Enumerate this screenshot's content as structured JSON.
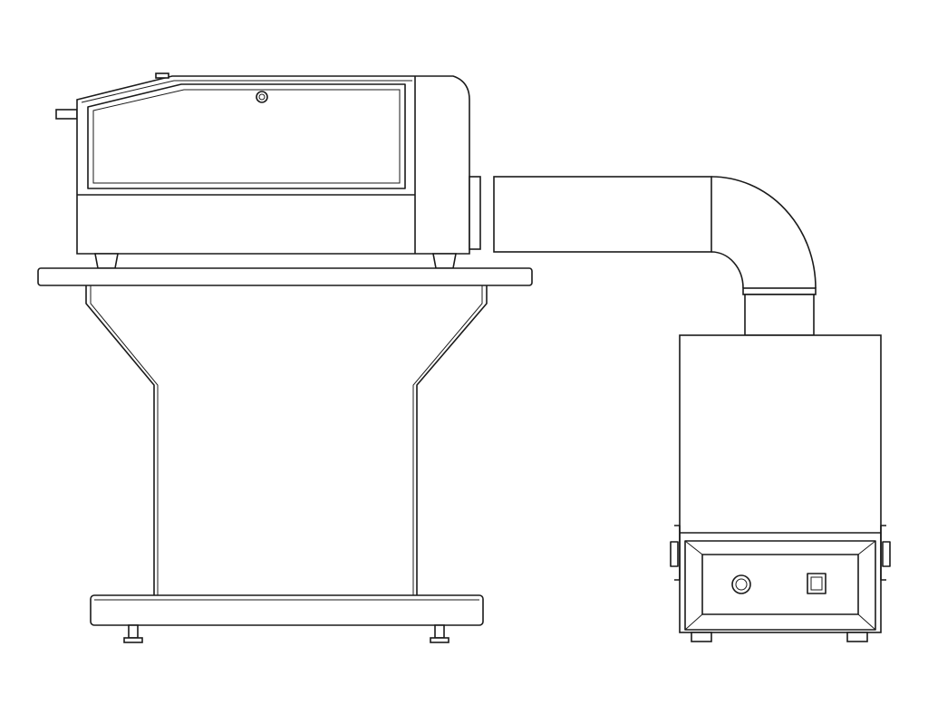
{
  "drawing": {
    "components": [
      "blast-cabinet",
      "cabinet-stand",
      "dust-duct",
      "dust-collector"
    ],
    "colors": {
      "line": "#1a1a1a",
      "background": "#ffffff"
    }
  }
}
